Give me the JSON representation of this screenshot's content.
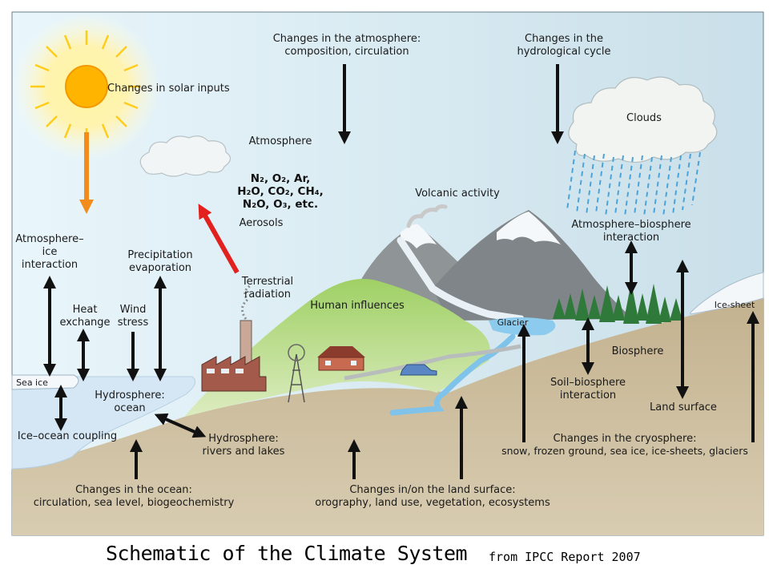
{
  "labels": {
    "solar": "Changes in solar inputs",
    "atmos_change_1": "Changes in the atmosphere:",
    "atmos_change_2": "composition, circulation",
    "hydro_cycle_1": "Changes in the",
    "hydro_cycle_2": "hydrological cycle",
    "clouds": "Clouds",
    "atmosphere": "Atmosphere",
    "gases_1": "N₂, O₂, Ar,",
    "gases_2": "H₂O, CO₂, CH₄,",
    "gases_3": "N₂O, O₃, etc.",
    "aerosols": "Aerosols",
    "volcanic": "Volcanic activity",
    "atm_bio_1": "Atmosphere–biosphere",
    "atm_bio_2": "interaction",
    "atm_ice_1": "Atmosphere–",
    "atm_ice_2": "ice",
    "atm_ice_3": "interaction",
    "precip_1": "Precipitation",
    "precip_2": "evaporation",
    "heat_1": "Heat",
    "heat_2": "exchange",
    "wind_1": "Wind",
    "wind_2": "stress",
    "terrestrial_1": "Terrestrial",
    "terrestrial_2": "radiation",
    "human": "Human influences",
    "glacier": "Glacier",
    "ice_sheet": "Ice-sheet",
    "sea_ice": "Sea ice",
    "hydro_ocean_1": "Hydrosphere:",
    "hydro_ocean_2": "ocean",
    "ice_ocean": "Ice–ocean coupling",
    "hydro_rivers_1": "Hydrosphere:",
    "hydro_rivers_2": "rivers and lakes",
    "biosphere": "Biosphere",
    "soil_bio_1": "Soil–biosphere",
    "soil_bio_2": "interaction",
    "land_surface": "Land surface",
    "cryo_1": "Changes in the cryosphere:",
    "cryo_2": "snow, frozen ground, sea ice, ice-sheets, glaciers",
    "ocean_change_1": "Changes in the ocean:",
    "ocean_change_2": "circulation, sea level, biogeochemistry",
    "land_change_1": "Changes in/on the land surface:",
    "land_change_2": "orography, land use, vegetation, ecosystems"
  },
  "caption": {
    "title": "Schematic of the Climate System",
    "source": "from IPCC Report 2007"
  },
  "colors": {
    "sky": "#dff0f6",
    "sun": "#ffcc00",
    "solar_arrow": "#f28c1c",
    "terrestrial_arrow": "#e2201d",
    "ocean": "#cfe4f3",
    "land": "#cdbd9b",
    "hills": "#a8d36f",
    "mountains": "#8a8f91",
    "trees": "#2f7a3a",
    "rain": "#4aa3d9"
  }
}
